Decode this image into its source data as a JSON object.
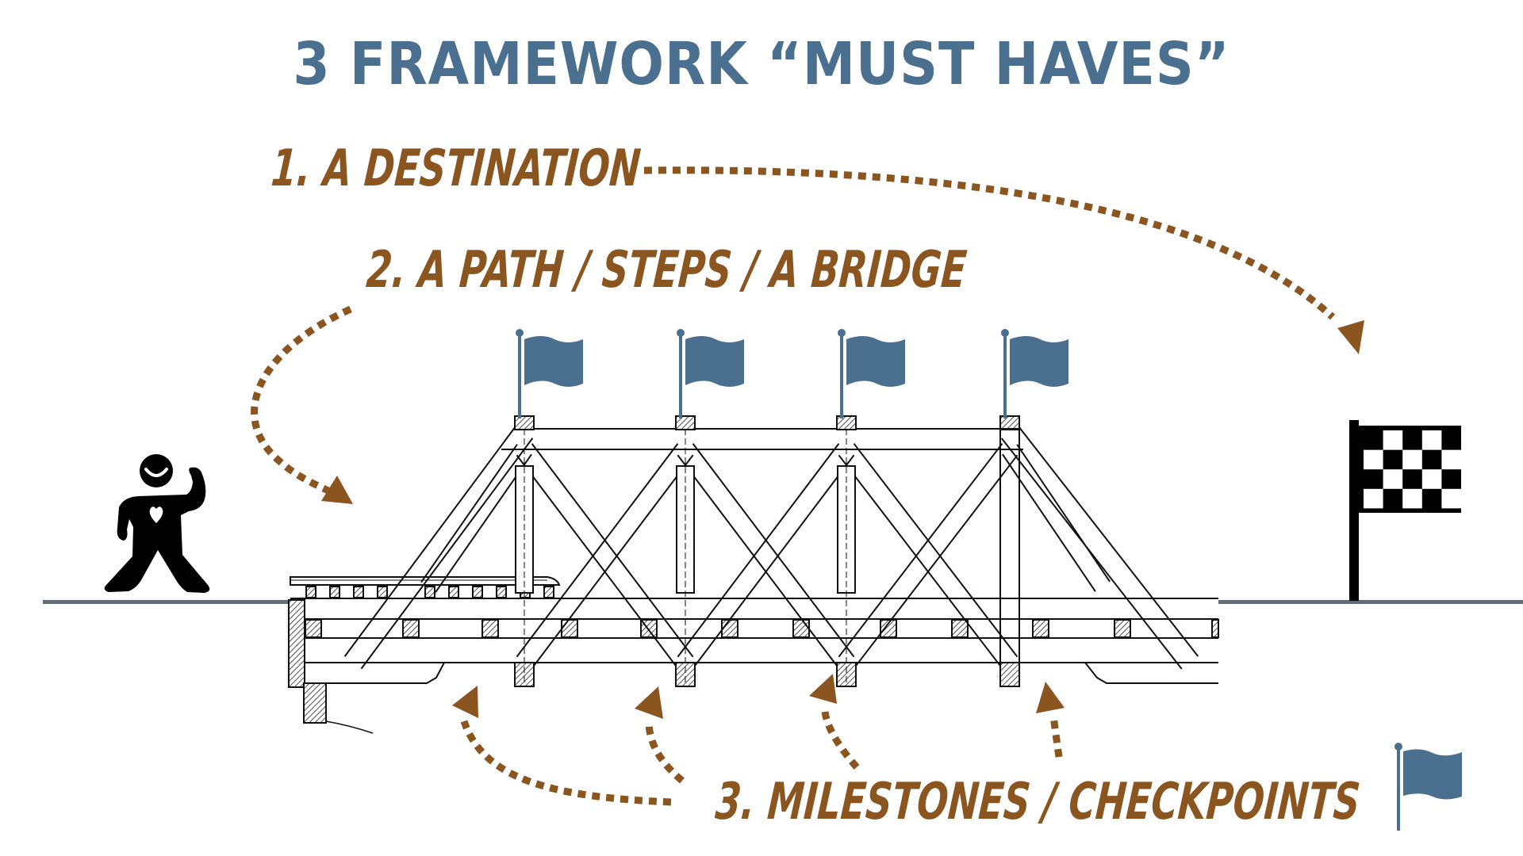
{
  "title": "3 FRAMEWORK “MUST HAVES”",
  "items": [
    {
      "number": "1",
      "label": "1. A DESTINATION",
      "icon": "checkered-flag-icon"
    },
    {
      "number": "2",
      "label": "2. A PATH / STEPS / A BRIDGE",
      "icon": "truss-bridge-illustration"
    },
    {
      "number": "3",
      "label": "3. MILESTONES / CHECKPOINTS",
      "icon": "flag-icon"
    }
  ],
  "figure": {
    "icon": "person-flexing-icon"
  },
  "milestone_flags_count": 4,
  "colors": {
    "title": "#4a6f8f",
    "labels": "#8b5520",
    "arrows": "#8b5520",
    "flags": "#4a6f8f",
    "ground": "#5d6f7c",
    "ink": "#111111"
  }
}
